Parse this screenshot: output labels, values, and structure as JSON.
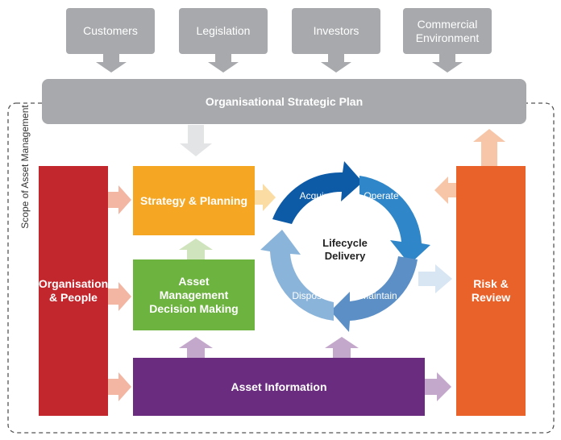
{
  "inputs": [
    "Customers",
    "Legislation",
    "Investors",
    "Commercial Environment"
  ],
  "strategic_plan": "Organisational Strategic Plan",
  "scope_label": "Scope of Asset Management",
  "blocks": {
    "organisation": "Organisation & People",
    "strategy": "Strategy & Planning",
    "decision": "Asset Management Decision Making",
    "information": "Asset Information",
    "risk": "Risk & Review"
  },
  "lifecycle": {
    "center": "Lifecycle Delivery",
    "stages": [
      "Acquire",
      "Operate",
      "Maintain",
      "Dispose"
    ]
  },
  "colors": {
    "grey": "#a7a9ac",
    "red": "#c1272d",
    "orange_strategy": "#f5a623",
    "green": "#6db33f",
    "purple": "#6a2c7e",
    "orange_risk": "#e8622a",
    "blue_dark": "#0d5aa7",
    "blue_mid": "#2f86c8",
    "blue_light": "#8bb4da"
  }
}
